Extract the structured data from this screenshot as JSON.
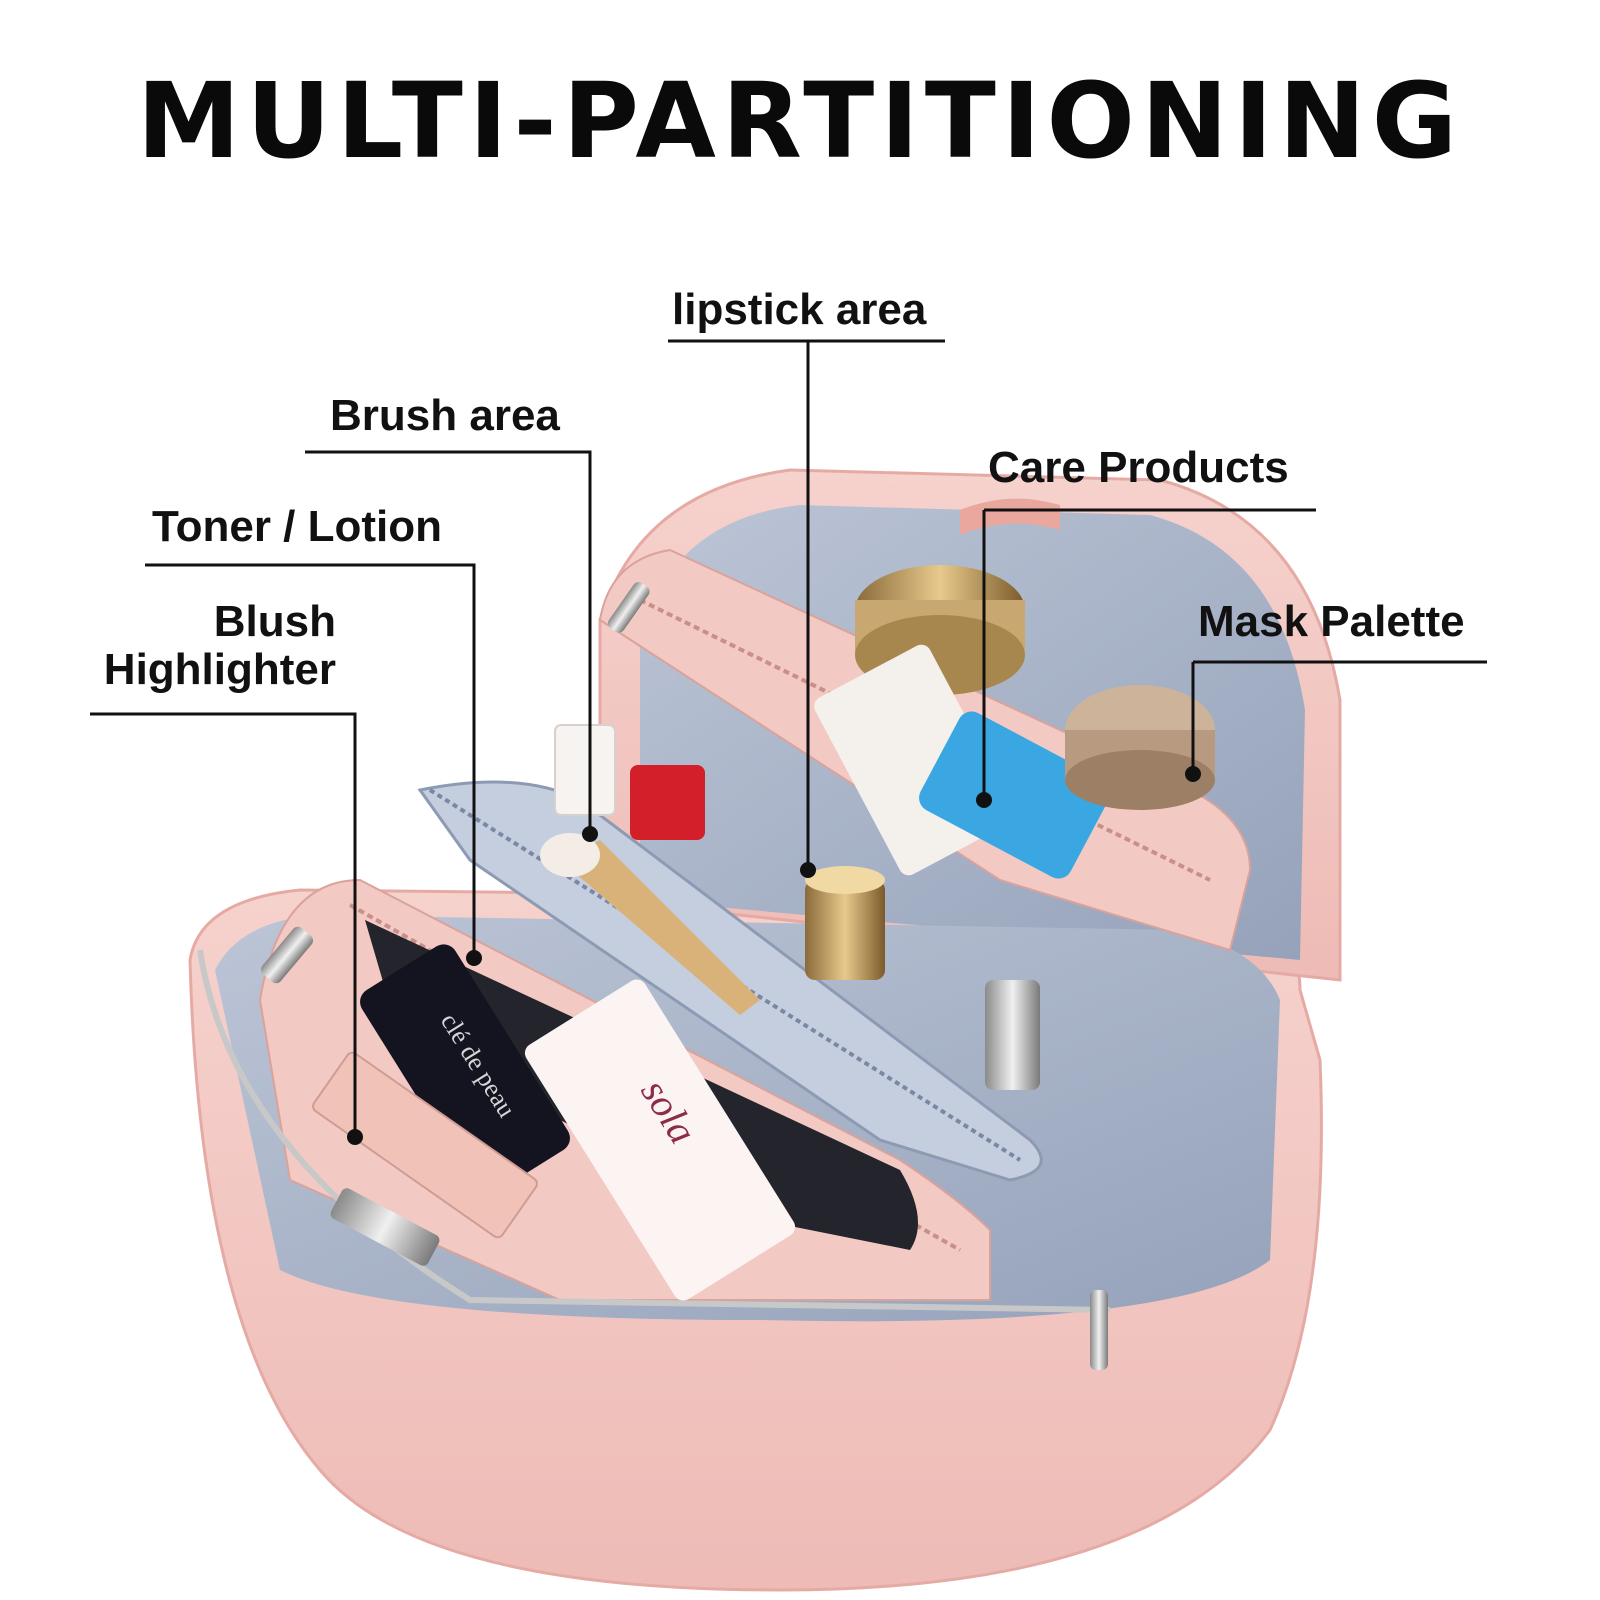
{
  "title": "MULTI-PARTITIONING",
  "callouts": {
    "lipstick": "lipstick area",
    "brush": "Brush area",
    "care": "Care Products",
    "toner": "Toner / Lotion",
    "mask": "Mask Palette",
    "blush_line1": "Blush",
    "blush_line2": "Highlighter"
  },
  "product_text": {
    "tube_brand": "sola",
    "bottle_brand": "clé de peau"
  },
  "colors": {
    "bag_pink": "#f2c6c2",
    "lining_blue": "#a9b4c9",
    "leader_line": "#111111"
  }
}
